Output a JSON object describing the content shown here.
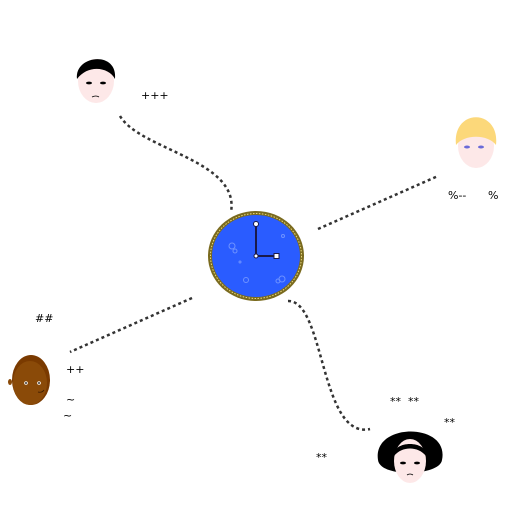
{
  "clock": {
    "face_color": "#2a5cff",
    "rim_color": "#7a6a1e",
    "hand_color": "#1a1a4a",
    "time_shown": "3:00"
  },
  "connector_color": "#333333",
  "avatars": [
    {
      "id": "top-left",
      "icon": "dark-haired-person-icon",
      "hair": "#000000",
      "skin": "#fde8e8",
      "marks": [
        "+++"
      ]
    },
    {
      "id": "right",
      "icon": "blonde-person-icon",
      "hair": "#fcd87a",
      "skin": "#fde8e8",
      "marks": [
        "%--",
        "%"
      ]
    },
    {
      "id": "left",
      "icon": "brown-faced-person-icon",
      "hair": "#7a3a00",
      "skin": "#8a4a08",
      "marks": [
        "##",
        "++",
        "~",
        "~"
      ]
    },
    {
      "id": "bottom-right",
      "icon": "long-dark-haired-person-icon",
      "hair": "#000000",
      "skin": "#fde8e8",
      "marks": [
        "**  **",
        "**",
        "**"
      ]
    }
  ]
}
